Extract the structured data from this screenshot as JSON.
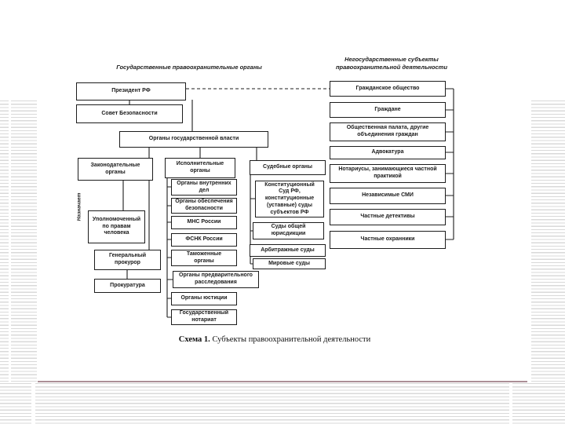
{
  "headings": {
    "state": "Государственные правоохранительные органы",
    "nonstate": "Негосударственные субъекты правоохранительной деятельности"
  },
  "diagram": {
    "state": {
      "president": "Президент РФ",
      "security_council": "Совет Безопасности",
      "state_power": "Органы государственной власти",
      "legislative": "Законодательные органы",
      "ombudsman": "Уполномоченный по правам человека",
      "prosecutor_general": "Генеральный прокурор",
      "prokuratura": "Прокуратура",
      "executive": "Исполнительные органы",
      "internal_affairs": "Органы внутренних дел",
      "security_provision": "Органы обеспечения безопасности",
      "mns": "МНС России",
      "fsnk": "ФСНК России",
      "customs": "Таможенные органы",
      "preliminary_investigation": "Органы предварительного расследования",
      "justice": "Органы юстиции",
      "state_notariat": "Государственный нотариат",
      "judicial": "Судебные органы",
      "constitutional_court": "Конституционный Суд РФ, конституционные (уставные) суды субъектов РФ",
      "general_jurisdiction": "Суды общей юрисдикции",
      "arbitration_courts": "Арбитражные суды",
      "magistrate_courts": "Мировые суды",
      "edge_label_appoints": "Назначает"
    },
    "nonstate": {
      "civil_society": "Гражданское общество",
      "citizens": "Граждане",
      "public_chamber": "Общественная палата, другие объединения граждан",
      "advokatura": "Адвокатура",
      "notaries_private": "Нотариусы, занимающиеся частной практикой",
      "independent_media": "Независимые СМИ",
      "private_detectives": "Частные детективы",
      "private_guards": "Частные охранники"
    }
  },
  "caption": {
    "prefix": "Схема 1.",
    "text": "Субъекты правоохранительной деятельности"
  },
  "colors": {
    "divider_line": "#ab8f96",
    "stripe": "#d9d9d9",
    "ink": "#1c1c1c"
  }
}
